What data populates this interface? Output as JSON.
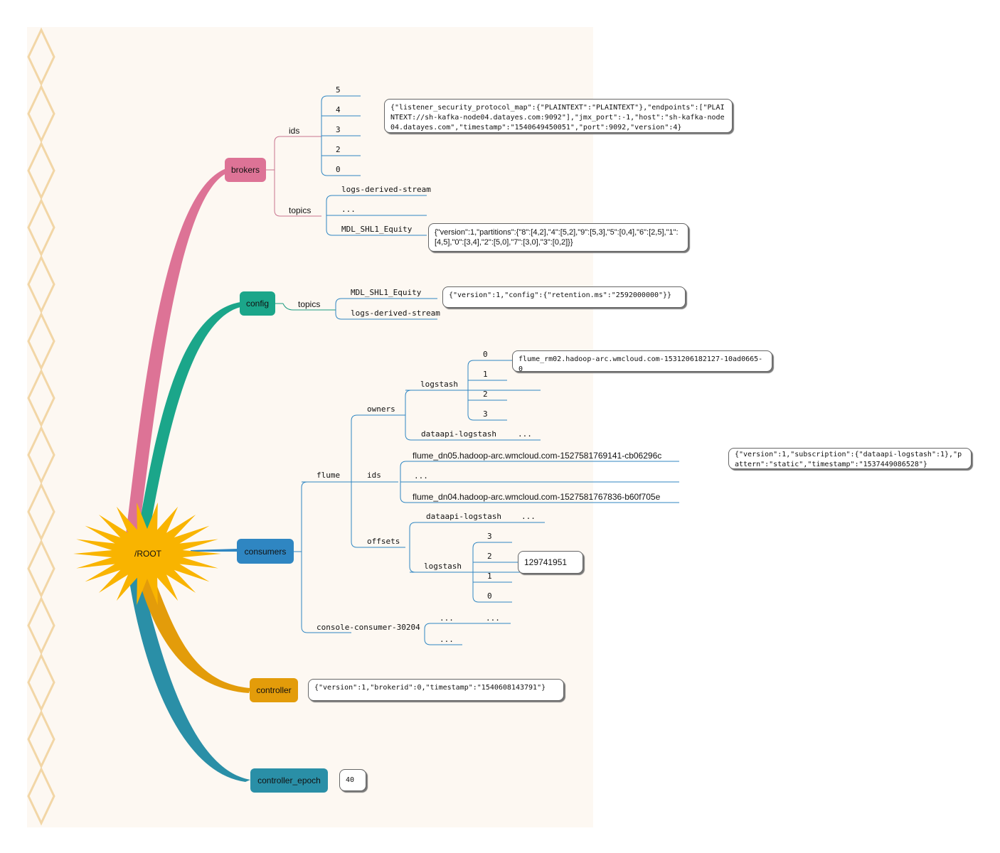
{
  "root": "/ROOT",
  "colors": {
    "brokers": "#dd7396",
    "config": "#1ba68a",
    "consumers": "#2f86c2",
    "controller": "#e39c0a",
    "controller_epoch": "#2a8fa7",
    "root_star": "#f9b400",
    "decor": "#f2d6a6"
  },
  "branches": {
    "brokers": "brokers",
    "config": "config",
    "consumers": "consumers",
    "controller": "controller",
    "controller_epoch": "controller_epoch"
  },
  "brokers": {
    "ids": "ids",
    "id_items": [
      "5",
      "4",
      "3",
      "2",
      "0"
    ],
    "id_note": "{\"listener_security_protocol_map\":{\"PLAINTEXT\":\"PLAINTEXT\"},\"endpoints\":[\"PLAINTEXT://sh-kafka-node04.datayes.com:9092\"],\"jmx_port\":-1,\"host\":\"sh-kafka-node04.datayes.com\",\"timestamp\":\"1540649450051\",\"port\":9092,\"version\":4}",
    "topics": "topics",
    "topic_items": [
      "logs-derived-stream",
      "...",
      "MDL_SHL1_Equity"
    ],
    "topic_note": "{\"version\":1,\"partitions\":{\"8\":[4,2],\"4\":[5,2],\"9\":[5,3],\"5\":[0,4],\"6\":[2,5],\"1\":[4,5],\"0\":[3,4],\"2\":[5,0],\"7\":[3,0],\"3\":[0,2]}}"
  },
  "config": {
    "topics": "topics",
    "topic_items": [
      "MDL_SHL1_Equity",
      "logs-derived-stream"
    ],
    "topic_note": "{\"version\":1,\"config\":{\"retention.ms\":\"2592000000\"}}"
  },
  "consumers": {
    "flume": "flume",
    "owners": "owners",
    "owners_logstash": "logstash",
    "owners_logstash_items": [
      "0",
      "1",
      "2",
      "3"
    ],
    "owners_note": "flume_rm02.hadoop-arc.wmcloud.com-1531206182127-10ad0665-0",
    "owners_dataapi": "dataapi-logstash",
    "owners_dataapi_more": "...",
    "ids": "ids",
    "id_items": [
      "flume_dn05.hadoop-arc.wmcloud.com-1527581769141-cb06296c",
      "...",
      "flume_dn04.hadoop-arc.wmcloud.com-1527581767836-b60f705e"
    ],
    "ids_note": "{\"version\":1,\"subscription\":{\"dataapi-logstash\":1},\"pattern\":\"static\",\"timestamp\":\"1537449086528\"}",
    "offsets": "offsets",
    "offsets_dataapi": "dataapi-logstash",
    "offsets_dataapi_more": "...",
    "offsets_logstash": "logstash",
    "offsets_logstash_items": [
      "3",
      "2",
      "1",
      "0"
    ],
    "offsets_note": "129741951",
    "console": "console-consumer-30204",
    "console_items": [
      "...",
      "..."
    ],
    "console_more": "..."
  },
  "controller_note": "{\"version\":1,\"brokerid\":0,\"timestamp\":\"1540608143791\"}",
  "controller_epoch_note": "40"
}
